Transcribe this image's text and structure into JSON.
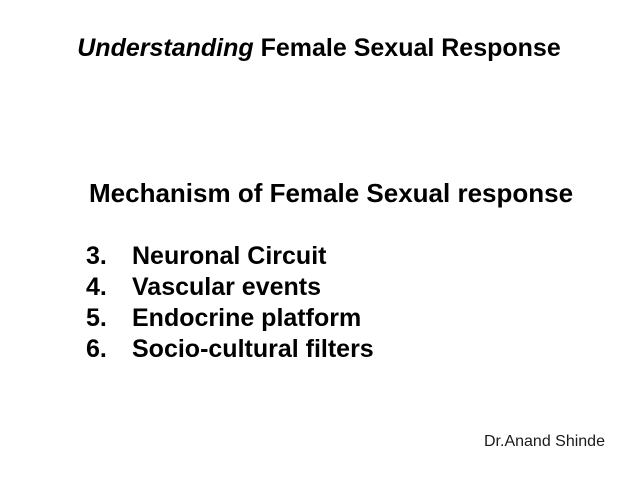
{
  "slide": {
    "background_color": "#ffffff",
    "text_color": "#000000",
    "title": {
      "emphasis": "Understanding",
      "rest": " Female Sexual Response",
      "full": "Understanding Female Sexual Response"
    },
    "heading": "Mechanism of Female Sexual response",
    "list": {
      "items": [
        {
          "marker": "3.",
          "label": "Neuronal Circuit"
        },
        {
          "marker": "4.",
          "label": "Vascular events"
        },
        {
          "marker": "5.",
          "label": "Endocrine platform"
        },
        {
          "marker": "6.",
          "label": "Socio-cultural filters"
        }
      ]
    },
    "author": "Dr.Anand Shinde"
  }
}
